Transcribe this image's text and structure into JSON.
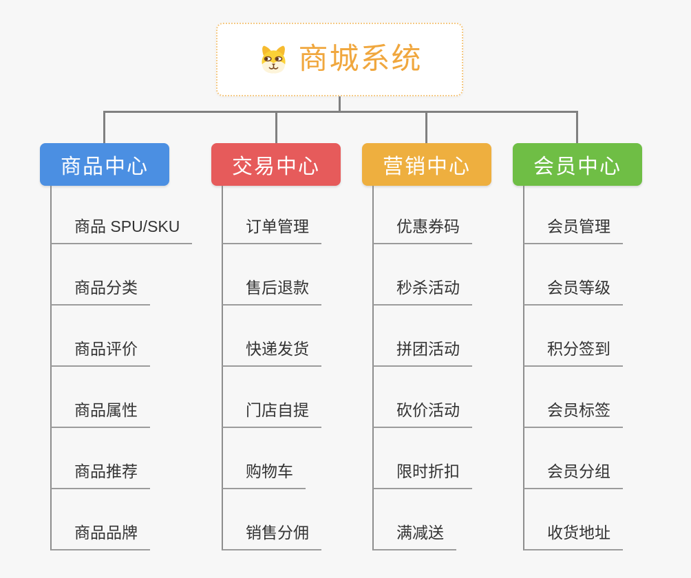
{
  "root": {
    "title": "商城系统",
    "icon": "shiba-dog-icon"
  },
  "branches": [
    {
      "label": "商品中心",
      "color": "#4b8fe2",
      "items": [
        "商品 SPU/SKU",
        "商品分类",
        "商品评价",
        "商品属性",
        "商品推荐",
        "商品品牌"
      ]
    },
    {
      "label": "交易中心",
      "color": "#e65b5b",
      "items": [
        "订单管理",
        "售后退款",
        "快递发货",
        "门店自提",
        "购物车",
        "销售分佣"
      ]
    },
    {
      "label": "营销中心",
      "color": "#eeaf3f",
      "items": [
        "优惠券码",
        "秒杀活动",
        "拼团活动",
        "砍价活动",
        "限时折扣",
        "满减送"
      ]
    },
    {
      "label": "会员中心",
      "color": "#6fbe45",
      "items": [
        "会员管理",
        "会员等级",
        "积分签到",
        "会员标签",
        "会员分组",
        "收货地址"
      ]
    }
  ],
  "colors": {
    "background": "#f7f7f7",
    "root_border": "#f5c983",
    "root_text": "#f0a73e",
    "connector": "#808080",
    "leaf_line": "#9b9b9b",
    "leaf_text": "#333333"
  }
}
